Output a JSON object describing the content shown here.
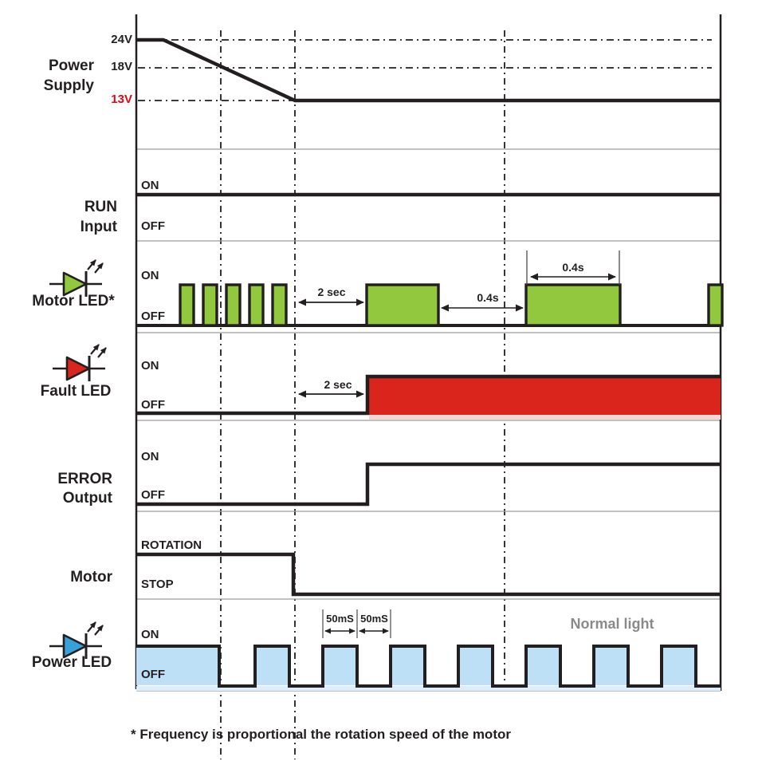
{
  "colors": {
    "ink": "#231f20",
    "green_fill": "#92c83e",
    "red_fill": "#da251d",
    "light_blue_fill": "#bde0f6",
    "led_blue": "#3aa0dc",
    "red_text": "#e30613",
    "gray_text": "#8a8a8a",
    "separator_gray": "#9c9c9c"
  },
  "voltages": {
    "v24": "24V",
    "v18": "18V",
    "v13": "13V"
  },
  "rows": {
    "power_supply": {
      "title1": "Power",
      "title2": "Supply"
    },
    "run_input": {
      "title1": "RUN",
      "title2": "Input",
      "on": "ON",
      "off": "OFF"
    },
    "motor_led": {
      "title": "Motor LED*",
      "on": "ON",
      "off": "OFF"
    },
    "fault_led": {
      "title": "Fault LED",
      "on": "ON",
      "off": "OFF"
    },
    "error_output": {
      "title1": "ERROR",
      "title2": "Output",
      "on": "ON",
      "off": "OFF"
    },
    "motor": {
      "title": "Motor",
      "on": "ROTATION",
      "off": "STOP"
    },
    "power_led": {
      "title": "Power LED",
      "on": "ON",
      "off": "OFF"
    }
  },
  "annotations": {
    "motor_led_2sec": "2 sec",
    "motor_led_04s_gap": "0.4s",
    "motor_led_04s_pulse": "0.4s",
    "fault_led_2sec": "2 sec",
    "power_led_50ms_a": "50mS",
    "power_led_50ms_b": "50mS",
    "normal_light": "Normal light"
  },
  "footnote": "* Frequency is proportional the rotation speed of the motor"
}
